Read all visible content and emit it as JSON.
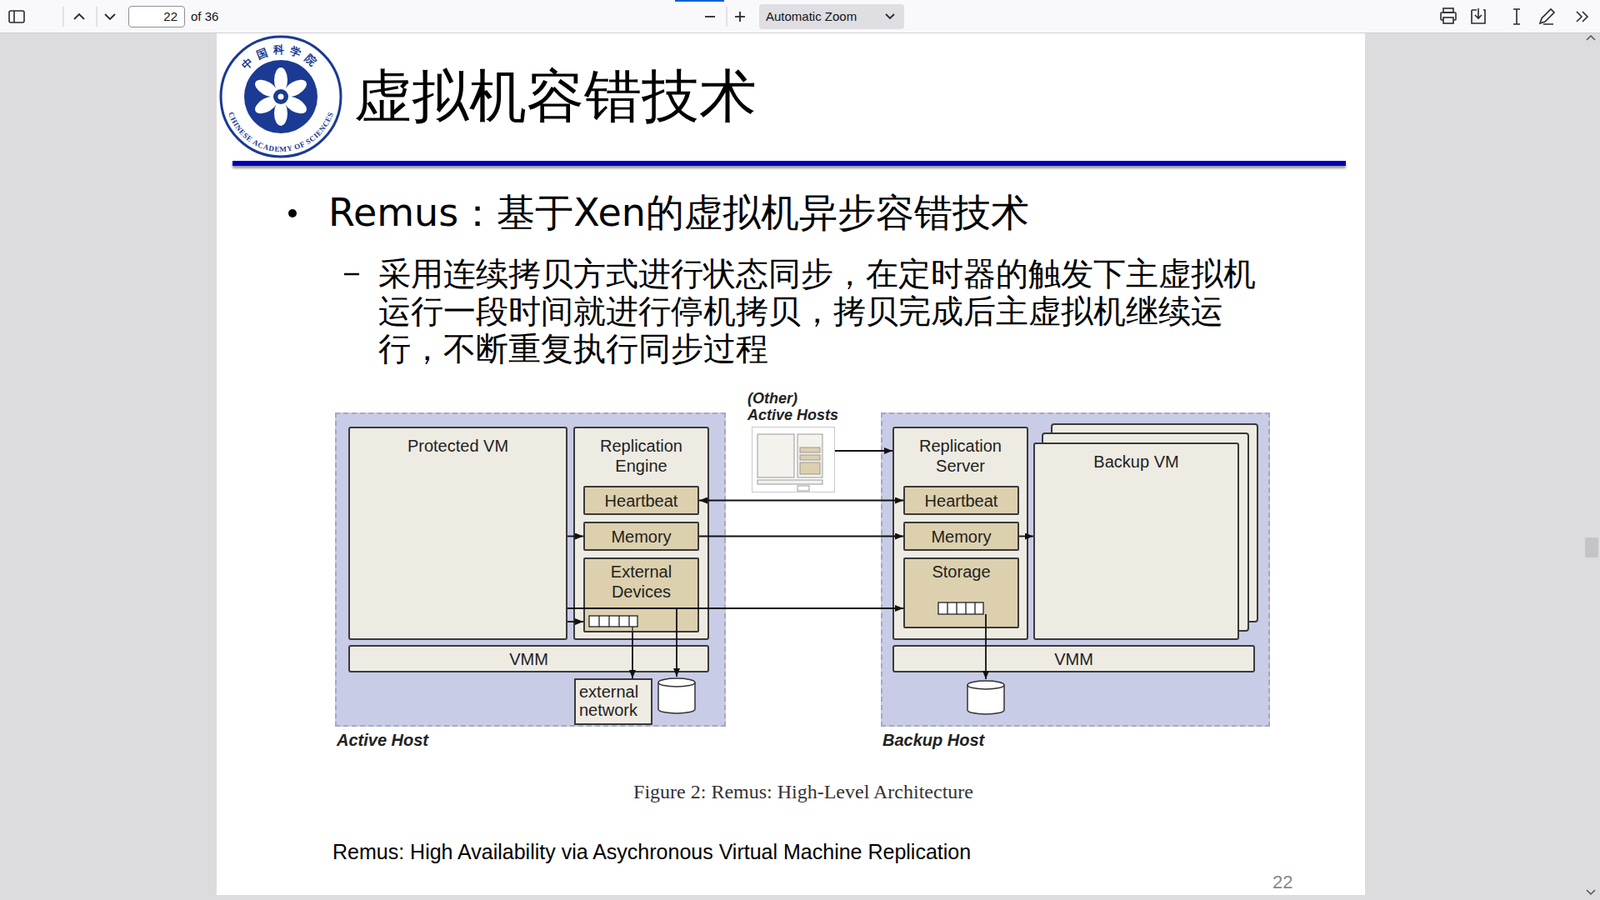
{
  "diagram": {
    "title": "虚拟机容错技术",
    "caption": "Figure 2: Remus: High-Level Architecture",
    "nodes": [
      {
        "text": [
          "Active Host"
        ]
      },
      {
        "text": [
          "Protected VM"
        ],
        "in": 0
      },
      {
        "text": [
          "Replication Engine"
        ],
        "in": 0
      },
      {
        "text": [
          "Heartbeat"
        ],
        "in": 2
      },
      {
        "text": [
          "Memory"
        ],
        "in": 2
      },
      {
        "text": [
          "External Devices"
        ],
        "in": 2
      },
      {
        "text": [
          "VMM"
        ],
        "in": 0
      },
      {
        "text": [
          "external network"
        ],
        "in": 0
      },
      {
        "text": [
          "(Other) Active Hosts"
        ]
      },
      {
        "text": [
          "Backup Host"
        ]
      },
      {
        "text": [
          "Replication Server"
        ],
        "in": 9
      },
      {
        "text": [
          "Heartbeat"
        ],
        "in": 10
      },
      {
        "text": [
          "Memory"
        ],
        "in": 10
      },
      {
        "text": [
          "Storage"
        ],
        "in": 10
      },
      {
        "text": [
          "Backup VM"
        ],
        "in": 9
      },
      {
        "text": [
          "VMM"
        ],
        "in": 9
      }
    ],
    "edges": [
      {
        "from": 3,
        "to": 11,
        "arrow": "both"
      },
      {
        "from": 1,
        "to": 4,
        "arrow": "to"
      },
      {
        "from": 4,
        "to": 12,
        "arrow": "to"
      },
      {
        "from": 12,
        "to": 14,
        "arrow": "to"
      },
      {
        "from": 1,
        "to": 13,
        "arrow": "to"
      },
      {
        "from": 1,
        "to": 5,
        "arrow": "to"
      },
      {
        "from": 5,
        "to": 7,
        "arrow": "to"
      },
      {
        "from": 8,
        "to": 10,
        "arrow": "to"
      }
    ],
    "labels": [
      "22",
      "of 36",
      "Automatic Zoom",
      "中国科学院",
      "CHINESE ACADEMY OF SCIENCES",
      "Remus：基于Xen的虚拟机异步容错技术",
      "采用连续拷贝方式进行状态同步，在定时器的触发下主虚拟机运行一段时间就进行停机拷贝，拷贝完成后主虚拟机继续运行，不断重复执行同步过程",
      "Remus: High Availability via Asychronous Virtual Machine Replication",
      "22"
    ]
  }
}
